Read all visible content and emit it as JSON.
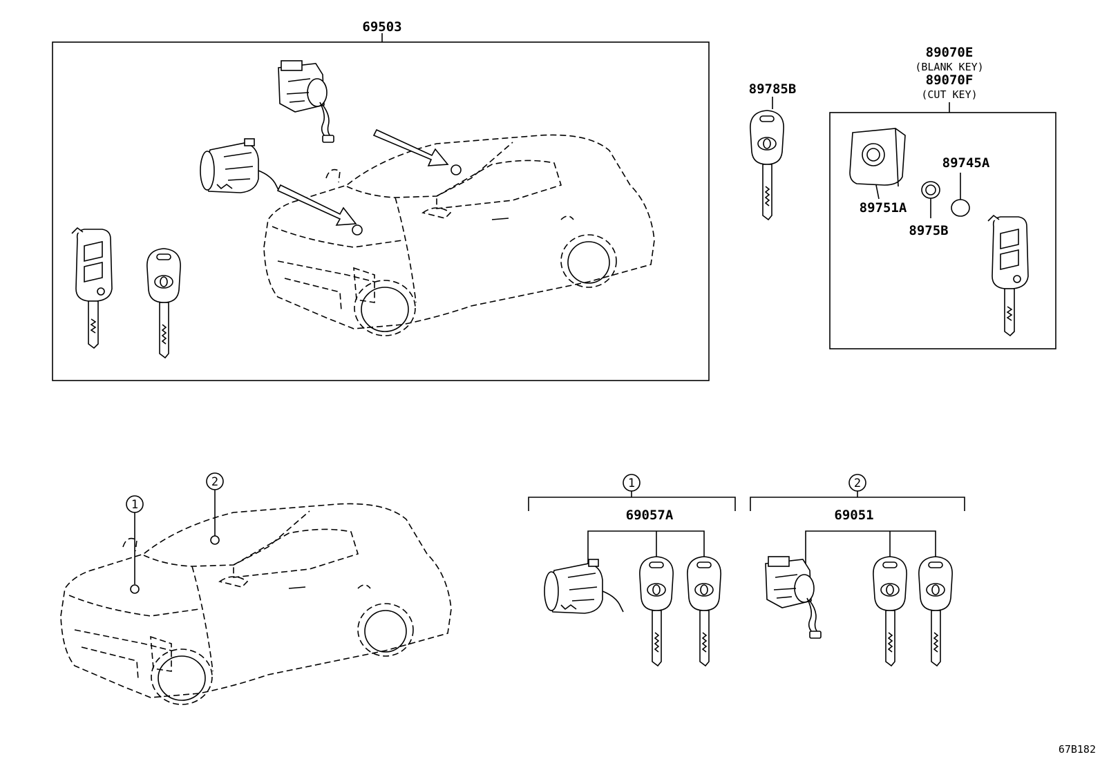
{
  "diagram": {
    "code": "67B182",
    "labels": {
      "assy_top": "69503",
      "key_single": "89785B",
      "blank_key": "89070E",
      "blank_key_note": "(BLANK KEY)",
      "cut_key": "89070F",
      "cut_key_note": "(CUT KEY)",
      "cover": "89751A",
      "battery": "89745A",
      "battery_holder": "8975B",
      "set1": "69057A",
      "set2": "69051",
      "marker1": "1",
      "marker2": "2"
    }
  }
}
